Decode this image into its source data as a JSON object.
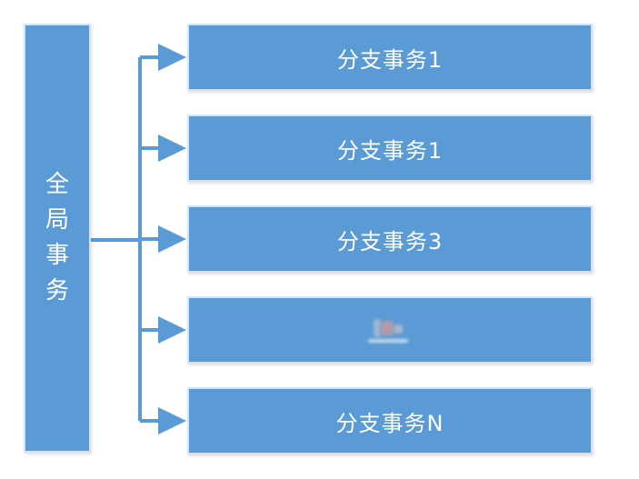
{
  "colors": {
    "box": "#5b9bd5",
    "box_border": "#d4e2f1",
    "line": "#5b9bd5"
  },
  "global": {
    "label": "全局事务"
  },
  "branches": [
    {
      "label": "分支事务1"
    },
    {
      "label": "分支事务1"
    },
    {
      "label": "分支事务3"
    },
    {
      "label": "",
      "obscured": true
    },
    {
      "label": "分支事务N"
    }
  ]
}
